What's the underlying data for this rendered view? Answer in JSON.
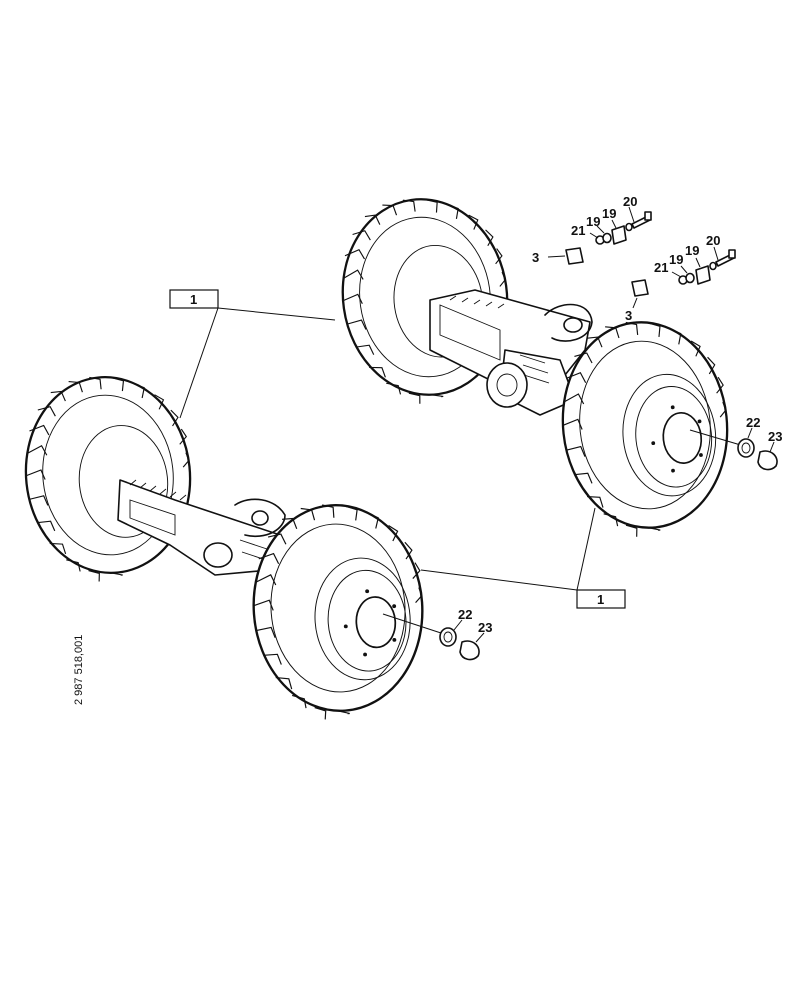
{
  "callouts": {
    "assembly_top": "1",
    "assembly_bottom": "1",
    "plate_left": "3",
    "plate_right": "3",
    "washer_a1": "21",
    "washer_a2": "19",
    "clamp_a": "19",
    "bolt_a": "20",
    "washer_b1": "21",
    "washer_b2": "19",
    "clamp_b": "19",
    "bolt_b": "20",
    "nut_right": "22",
    "cap_right": "23",
    "nut_bottom": "22",
    "cap_bottom": "23"
  },
  "drawing_number": "2 987 518,001"
}
